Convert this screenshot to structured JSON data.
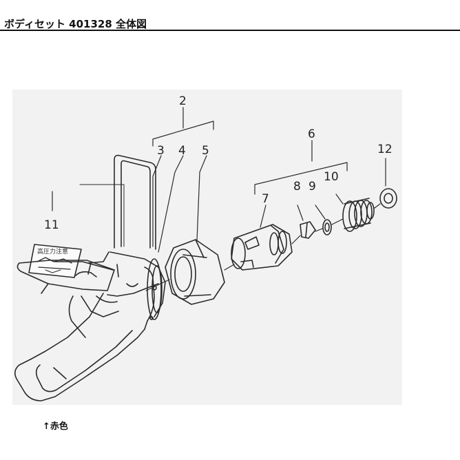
{
  "header": {
    "title": "ボディセット 401328 全体図"
  },
  "diagram": {
    "callouts": {
      "c2": "2",
      "c3": "3",
      "c4": "4",
      "c5": "5",
      "c6": "6",
      "c7": "7",
      "c8": "8",
      "c9": "9",
      "c10": "10",
      "c11": "11",
      "c12": "12"
    },
    "warning_label_text": "高圧力注意"
  },
  "caption": {
    "text": "↑赤色"
  }
}
